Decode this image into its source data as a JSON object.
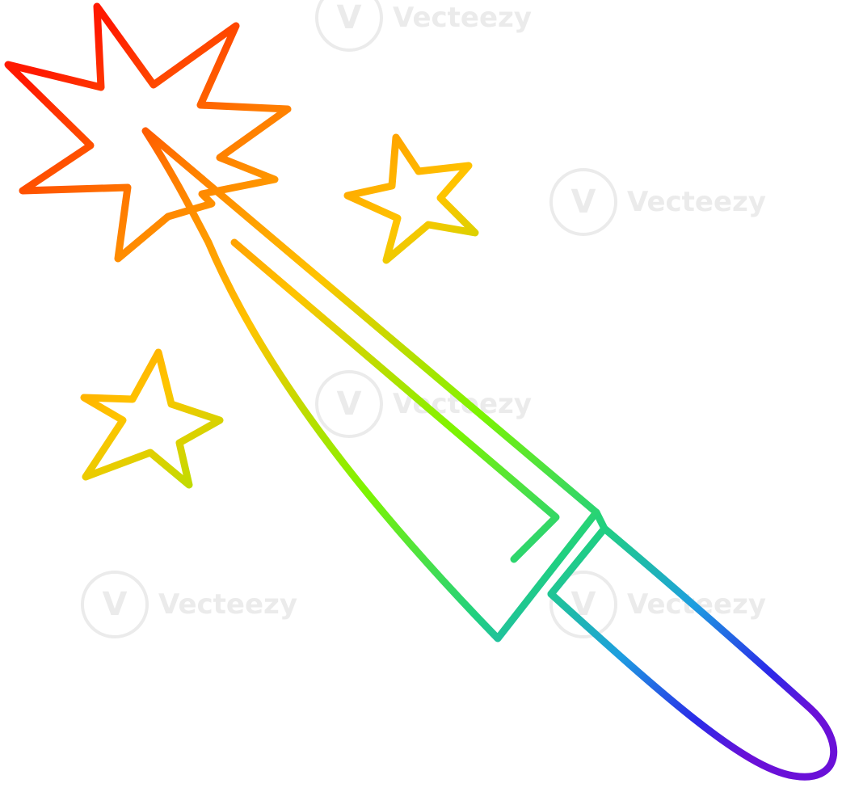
{
  "illustration": {
    "subject": "knife-with-sparkles",
    "gradient": [
      "#ff1a00",
      "#ff7a00",
      "#ffc400",
      "#7df400",
      "#20d080",
      "#1e9ee0",
      "#2a2ae8",
      "#6a10d8"
    ]
  },
  "watermark": {
    "logo_glyph": "V",
    "text": "Vecteezy"
  }
}
